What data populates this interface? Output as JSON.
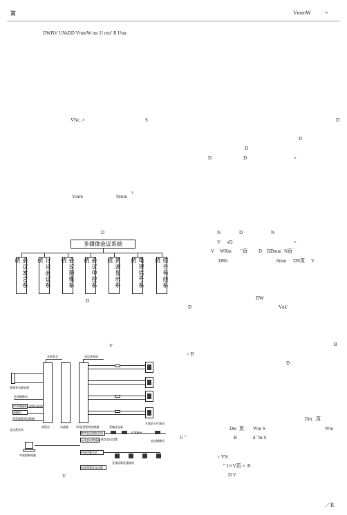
{
  "header": {
    "left_mark": "第",
    "right_title": "VmmW",
    "right_mark": "×"
  },
  "line1": "DWBV UNsDD  VmmW mc U rmr' R Umc",
  "left_col": {
    "p1": "VNc. ×",
    "p1_end": "S",
    "p2a": "Vmm",
    "p2b": "Nmm",
    "p2_sup": "V",
    "fig1_ref": "D",
    "fig1_caption": "D",
    "fig2_ref": "V",
    "fig2_caption": "V"
  },
  "right_col": {
    "r1": "D",
    "r2": "D",
    "r3": "D",
    "r4a": "D",
    "r4b": "D",
    "r4c": "×",
    "r5": "D",
    "r6a": "N",
    "r6b": "N",
    "r7a": "V",
    "r7b": "»D",
    "r7c": "×",
    "r8a": "V",
    "r8b": "WRm",
    "r8c": "\"页",
    "r8d": "D",
    "r8e": "DDmm",
    "r8f": "N页",
    "r9a": "DR6",
    "r9b": "8mm",
    "r9c": "DN页",
    "r9d": "V",
    "r10": "DW",
    "r11a": "D",
    "r11b": "Vnk'",
    "r12a": "B",
    "r12b": "> B",
    "r13": "D",
    "r14a": "Dm",
    "r14b": "页",
    "r15a": "Dm",
    "r15b": "页",
    "r15c": "Wm",
    "r15d": "S",
    "r15e": "Wm",
    "r16a": "U \"",
    "r16b": "B",
    "r16c": "d \"m S",
    "r17": "> VN",
    "r18": "\"  U×V页    ×. R",
    "r19": "D V"
  },
  "footer": {
    "page_mark": "／R"
  },
  "diagram1": {
    "root": "多媒体会议系统",
    "children": [
      "会议发言系统",
      "讨论会议系统",
      "会议摄像系统",
      "会议中控系统",
      "资源显示系统",
      "电视信号系统",
      "综合布线系统"
    ]
  },
  "diagram2": {
    "labels": {
      "top1": "本地发言",
      "top2": "会议室系统",
      "left1": "视频多功能处理",
      "left2": "会场摄像机",
      "left3": "DVD播放机",
      "left4": "视频分配器",
      "left5": "录像机",
      "left6": "视音频矩阵切换器",
      "bottom1": "调音台",
      "bottom2": "功放器",
      "bottom3": "AV延迟矩阵控制器",
      "bottom4": "音箱及支架",
      "bottom5": "主席机与代表机",
      "ctrl1": "数字会议控制主机",
      "ctrl2": "中央控制主机",
      "ctrl3": "数字会议设置",
      "ctrl4": "扩展单元",
      "ctrl5": "无线会议转接器",
      "pc": "中央控制电脑",
      "net": "远程视频会议设备",
      "mic": "会议麦克风",
      "mic2": "无线话筒及接收机",
      "cam": "会议摄像机"
    }
  }
}
